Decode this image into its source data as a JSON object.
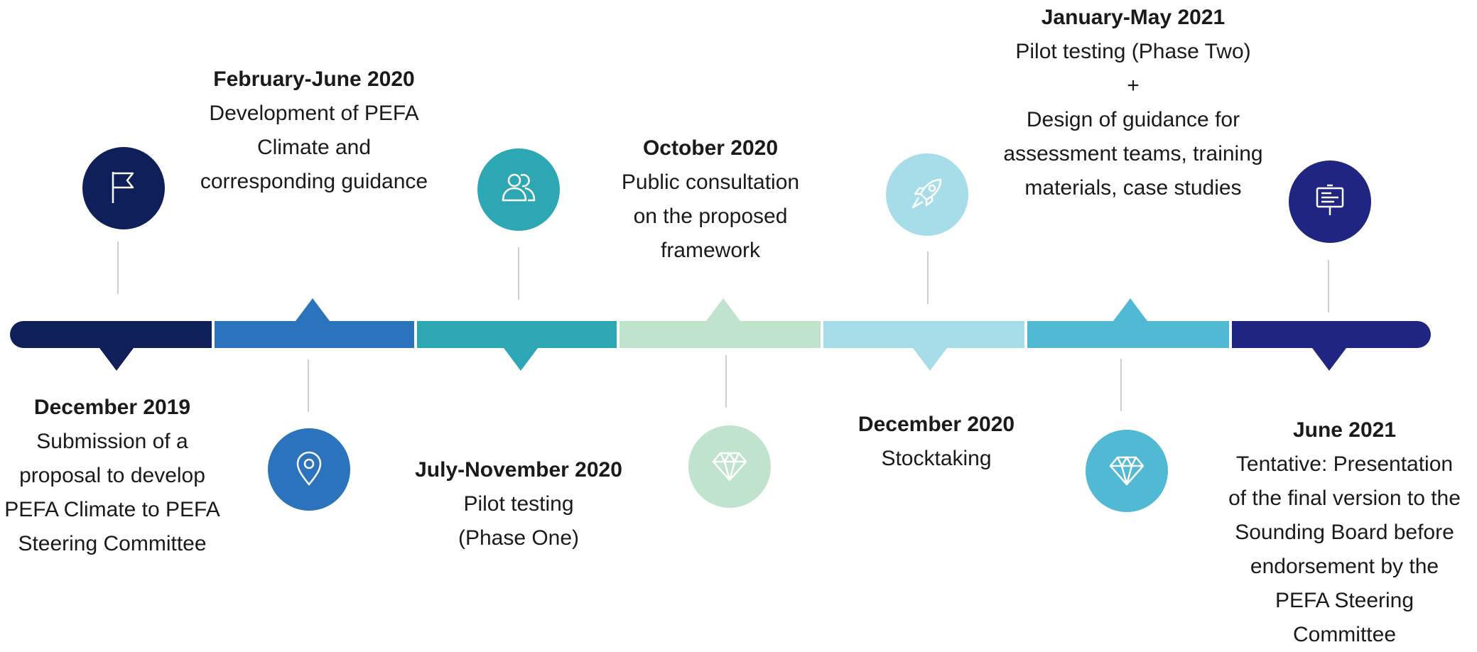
{
  "colors": {
    "navy": "#0e1f5a",
    "blue": "#2b73bd",
    "teal": "#2ea7b5",
    "mint": "#bfe3cc",
    "pale_cyan": "#a6dde9",
    "sky": "#51b9d3",
    "indigo": "#1f2580"
  },
  "milestones": [
    {
      "id": "m1",
      "position": "below",
      "date": "December 2019",
      "lines": [
        "Submission of a",
        "proposal to develop",
        "PEFA Climate to PEFA",
        "Steering Committee"
      ],
      "icon": "flag-icon",
      "color": "#0e1f5a"
    },
    {
      "id": "m2",
      "position": "above",
      "date": "February-June 2020",
      "lines": [
        "Development of PEFA",
        "Climate and",
        "corresponding guidance"
      ],
      "icon": "location-pin-icon",
      "color": "#2b73bd"
    },
    {
      "id": "m3",
      "position": "below",
      "date": "July-November 2020",
      "lines": [
        "Pilot testing",
        "(Phase One)"
      ],
      "icon": "people-icon",
      "color": "#2ea7b5"
    },
    {
      "id": "m4",
      "position": "above",
      "date": "October 2020",
      "lines": [
        "Public consultation",
        "on the proposed",
        "framework"
      ],
      "icon": "diamond-icon",
      "color": "#bfe3cc"
    },
    {
      "id": "m5",
      "position": "below",
      "date": "December 2020",
      "lines": [
        "Stocktaking"
      ],
      "icon": "rocket-icon",
      "color": "#a6dde9"
    },
    {
      "id": "m6",
      "position": "above",
      "date": "January-May 2021",
      "lines": [
        "Pilot testing (Phase Two)",
        "+",
        "Design of guidance for",
        "assessment teams, training",
        "materials, case studies"
      ],
      "icon": "diamond-icon",
      "color": "#51b9d3"
    },
    {
      "id": "m7",
      "position": "below",
      "date": "June 2021",
      "lines": [
        "Tentative: Presentation",
        "of the final version to the",
        "Sounding Board before",
        "endorsement by the",
        "PEFA Steering",
        "Committee"
      ],
      "icon": "signboard-icon",
      "color": "#1f2580"
    }
  ]
}
